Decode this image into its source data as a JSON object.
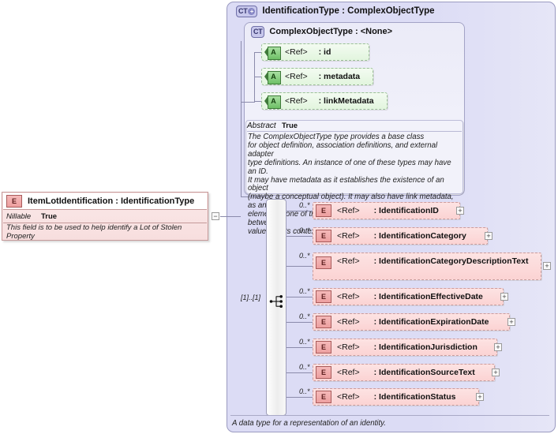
{
  "diagram": {
    "kind": "xsd-schema-diagram",
    "bottom_annotation": "A data type for a representation of an identity."
  },
  "complex_type": {
    "badge": "CT",
    "badge_expand": "+",
    "title": "IdentificationType : ComplexObjectType",
    "base": {
      "badge": "CT",
      "title": "ComplexObjectType : <None>",
      "attributes": [
        {
          "badge": "A",
          "ref": "<Ref>",
          "name": ": id"
        },
        {
          "badge": "A",
          "ref": "<Ref>",
          "name": ": metadata"
        },
        {
          "badge": "A",
          "ref": "<Ref>",
          "name": ": linkMetadata"
        }
      ],
      "abstract_key": "Abstract",
      "abstract_value": "True",
      "documentation": "The ComplexObjectType type provides a base class\nfor object definition, association definitions, and external adapter\ntype definitions. An instance of one of these types may have an ID.\nIt may have metadata as it establishes the existence of an object\n(maybe a conceptual object). It may also have link metadata, as an\nelement of one of these types establishes a relationship between its\nvalue and its context."
    }
  },
  "root_element": {
    "badge": "E",
    "title": "ItemLotIdentification : IdentificationType",
    "nillable_key": "Nillable",
    "nillable_value": "True",
    "documentation": "This field is to be used to help identify a Lot of Stolen Property",
    "collapse_toggle": "−"
  },
  "compositor": {
    "type": "sequence",
    "cardinality": "[1]..[1]"
  },
  "children": [
    {
      "badge": "E",
      "ref": "<Ref>",
      "name": ": IdentificationID",
      "cardinality": "0..*",
      "toggle": "+",
      "wide": false
    },
    {
      "badge": "E",
      "ref": "<Ref>",
      "name": ": IdentificationCategory",
      "cardinality": "0..*",
      "toggle": "+",
      "wide": false
    },
    {
      "badge": "E",
      "ref": "<Ref>",
      "name": ": IdentificationCategoryDescriptionText",
      "cardinality": "0..*",
      "toggle": "+",
      "wide": true
    },
    {
      "badge": "E",
      "ref": "<Ref>",
      "name": ": IdentificationEffectiveDate",
      "cardinality": "0..*",
      "toggle": "+",
      "wide": false
    },
    {
      "badge": "E",
      "ref": "<Ref>",
      "name": ": IdentificationExpirationDate",
      "cardinality": "0..*",
      "toggle": "+",
      "wide": false
    },
    {
      "badge": "E",
      "ref": "<Ref>",
      "name": ": IdentificationJurisdiction",
      "cardinality": "0..*",
      "toggle": "+",
      "wide": false
    },
    {
      "badge": "E",
      "ref": "<Ref>",
      "name": ": IdentificationSourceText",
      "cardinality": "0..*",
      "toggle": "+",
      "wide": false
    },
    {
      "badge": "E",
      "ref": "<Ref>",
      "name": ": IdentificationStatus",
      "cardinality": "0..*",
      "toggle": "+",
      "wide": false
    }
  ],
  "colors": {
    "panel_bg": "#dcdcf5",
    "panel_border": "#9a9ac0",
    "attribute_bg": "#e2f5de",
    "attribute_border": "#9bbf97",
    "element_bg": "#fbd3d3",
    "element_border": "#cb9d9d",
    "connector": "#8b8bab"
  }
}
